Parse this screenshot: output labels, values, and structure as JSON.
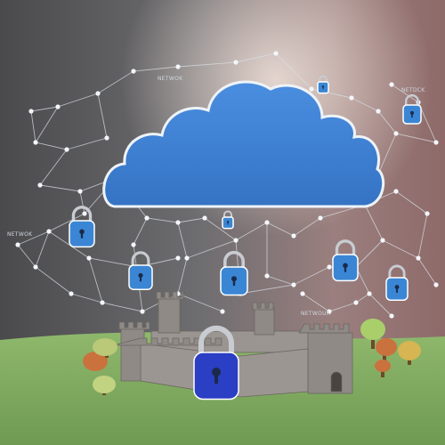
{
  "labels": {
    "top_center": "NETWOK",
    "top_right": "NETDCK",
    "left": "NETWOK",
    "middle_right": "NETWOUR"
  },
  "colors": {
    "cloud": "#3f80d2",
    "lock_blue": "#3b86d4",
    "lock_navy": "#2a3fc4",
    "grass": "#7aa85a",
    "castle": "#8f8a86"
  }
}
